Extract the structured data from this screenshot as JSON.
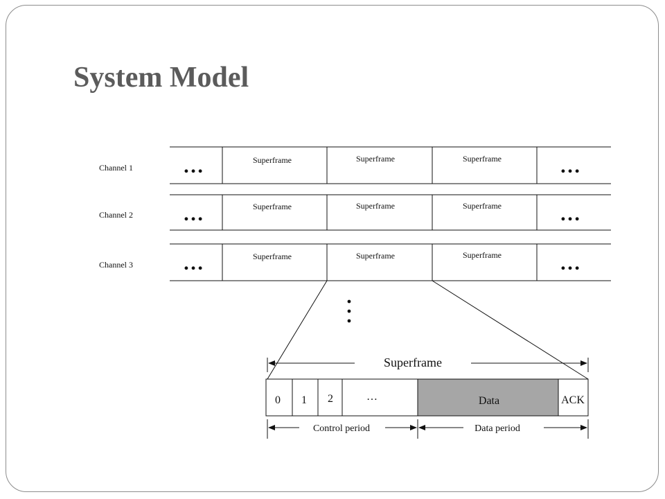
{
  "slide": {
    "title": "System Model"
  },
  "channels": [
    {
      "label": "Channel 1",
      "frames": [
        "Superframe",
        "Superframe",
        "Superframe"
      ],
      "ellipsis_left": "…",
      "ellipsis_right": "…"
    },
    {
      "label": "Channel 2",
      "frames": [
        "Superframe",
        "Superframe",
        "Superframe"
      ],
      "ellipsis_left": "…",
      "ellipsis_right": "…"
    },
    {
      "label": "Channel 3",
      "frames": [
        "Superframe",
        "Superframe",
        "Superframe"
      ],
      "ellipsis_left": "…",
      "ellipsis_right": "…"
    }
  ],
  "detail": {
    "superframe_label": "Superframe",
    "slots": [
      "0",
      "1",
      "2",
      "…"
    ],
    "data_label": "Data",
    "ack_label": "ACK",
    "control_period_label": "Control period",
    "data_period_label": "Data period",
    "data_color": "#a6a6a6"
  }
}
